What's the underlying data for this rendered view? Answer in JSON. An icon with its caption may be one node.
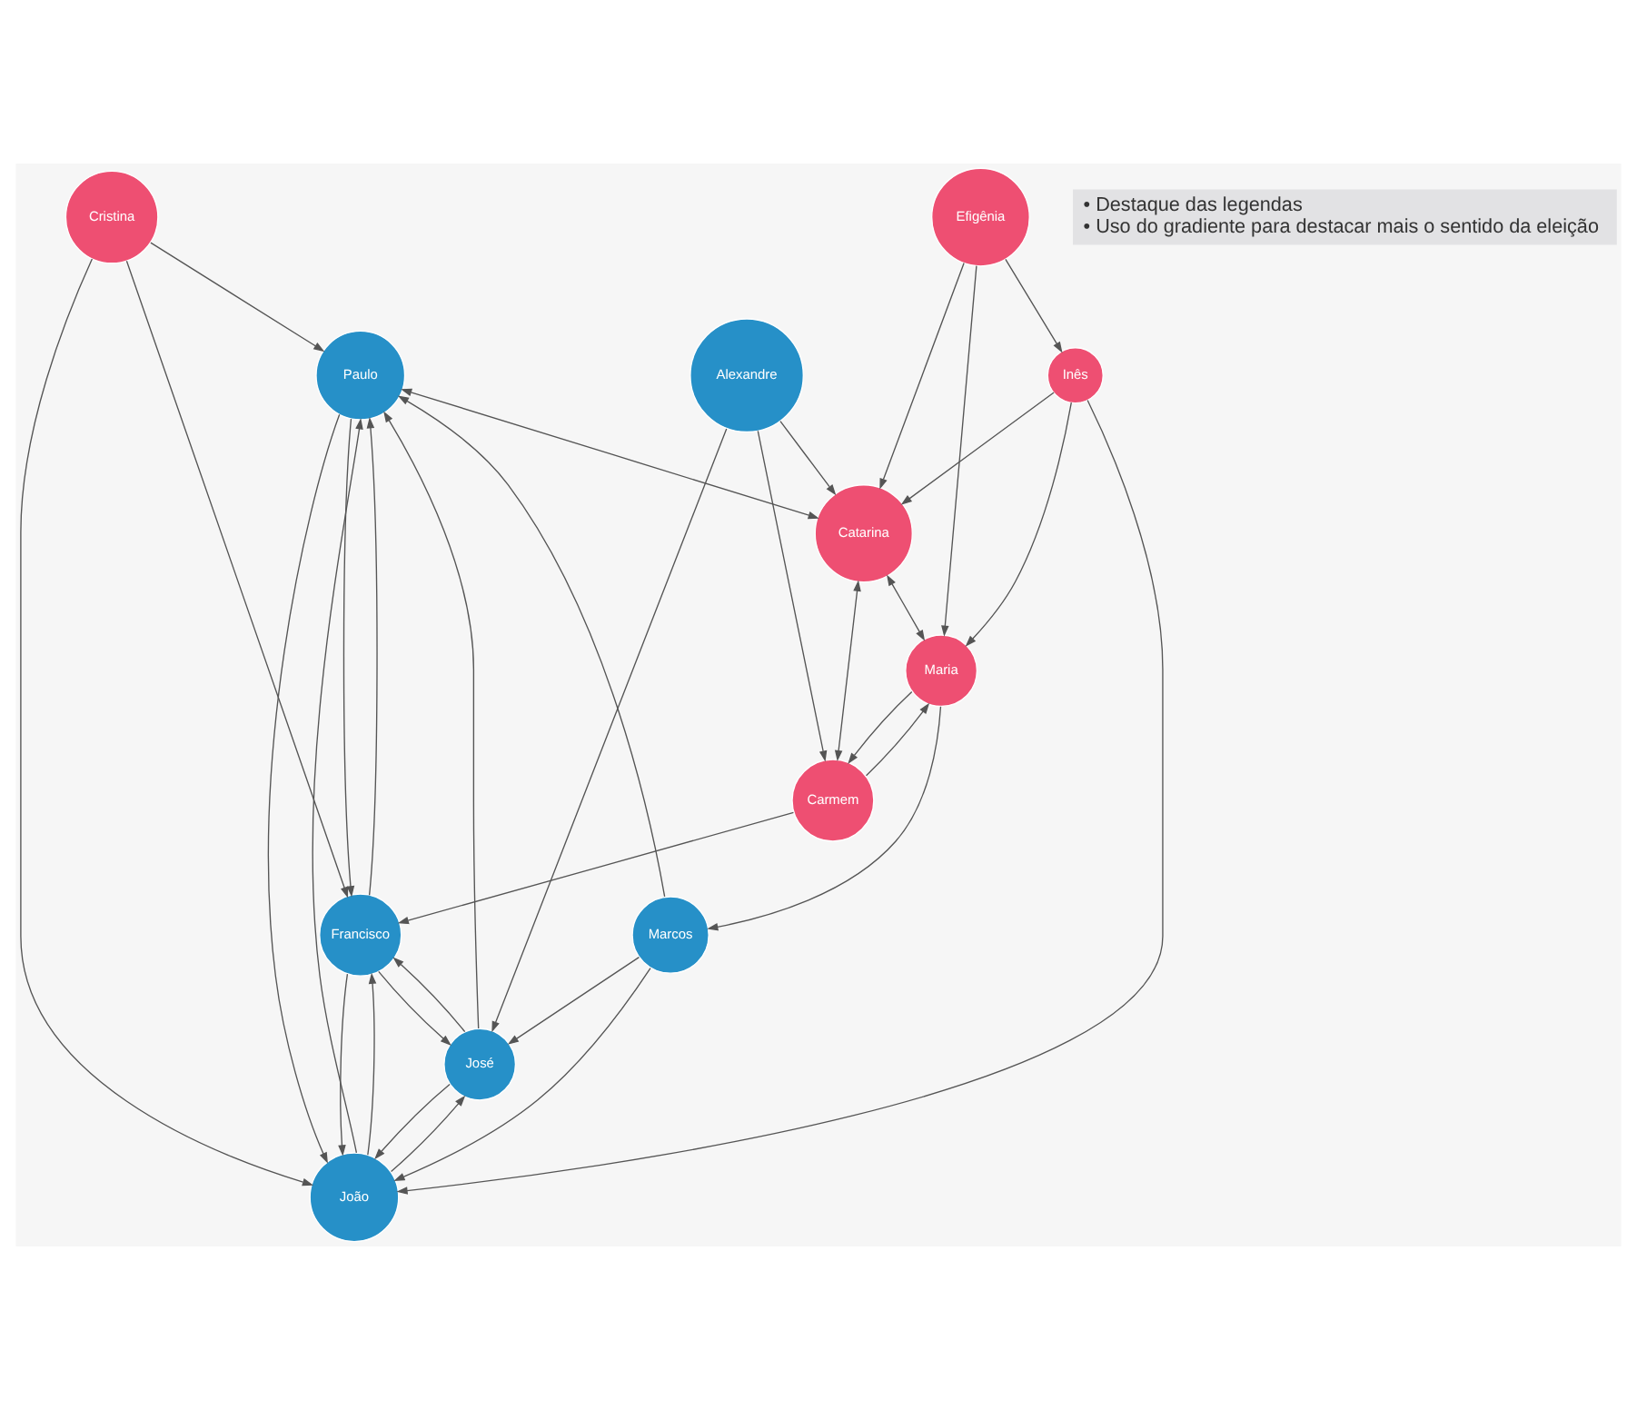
{
  "diagram": {
    "nodes": [
      {
        "text": [
          "Cristina"
        ]
      },
      {
        "text": [
          "Paulo"
        ]
      },
      {
        "text": [
          "Francisco"
        ]
      },
      {
        "text": [
          "João"
        ]
      },
      {
        "text": [
          "Marcos"
        ]
      },
      {
        "text": [
          "José"
        ]
      },
      {
        "text": [
          "Catarina"
        ]
      },
      {
        "text": [
          "Inês"
        ]
      },
      {
        "text": [
          "Efigênia"
        ]
      },
      {
        "text": [
          "Maria"
        ]
      },
      {
        "text": [
          "Alexandre"
        ]
      },
      {
        "text": [
          "Carmem"
        ]
      }
    ],
    "edges": [
      {
        "from": 0,
        "to": 2,
        "arrow": "to"
      },
      {
        "from": 0,
        "to": 1,
        "arrow": "to"
      },
      {
        "from": 0,
        "to": 3,
        "arrow": "to"
      },
      {
        "from": 2,
        "to": 1,
        "arrow": "to"
      },
      {
        "from": 1,
        "to": 2,
        "arrow": "to"
      },
      {
        "from": 2,
        "to": 3,
        "arrow": "to"
      },
      {
        "from": 3,
        "to": 2,
        "arrow": "to"
      },
      {
        "from": 11,
        "to": 2,
        "arrow": "to"
      },
      {
        "from": 2,
        "to": 5,
        "arrow": "to"
      },
      {
        "from": 5,
        "to": 2,
        "arrow": "to"
      },
      {
        "from": 5,
        "to": 1,
        "arrow": "to"
      },
      {
        "from": 5,
        "to": 3,
        "arrow": "to"
      },
      {
        "from": 3,
        "to": 5,
        "arrow": "to"
      },
      {
        "from": 1,
        "to": 3,
        "arrow": "to"
      },
      {
        "from": 3,
        "to": 1,
        "arrow": "to"
      },
      {
        "from": 4,
        "to": 3,
        "arrow": "to"
      },
      {
        "from": 4,
        "to": 1,
        "arrow": "to"
      },
      {
        "from": 4,
        "to": 5,
        "arrow": "to"
      },
      {
        "from": 7,
        "to": 3,
        "arrow": "to"
      },
      {
        "from": 9,
        "to": 4,
        "arrow": "to"
      },
      {
        "from": 10,
        "to": 5,
        "arrow": "to"
      },
      {
        "from": 1,
        "to": 6,
        "arrow": "both"
      },
      {
        "from": 7,
        "to": 6,
        "arrow": "to"
      },
      {
        "from": 8,
        "to": 6,
        "arrow": "to"
      },
      {
        "from": 8,
        "to": 7,
        "arrow": "to"
      },
      {
        "from": 8,
        "to": 9,
        "arrow": "to"
      },
      {
        "from": 7,
        "to": 9,
        "arrow": "to"
      },
      {
        "from": 6,
        "to": 9,
        "arrow": "both"
      },
      {
        "from": 6,
        "to": 11,
        "arrow": "both"
      },
      {
        "from": 10,
        "to": 6,
        "arrow": "to"
      },
      {
        "from": 10,
        "to": 11,
        "arrow": "to"
      },
      {
        "from": 11,
        "to": 9,
        "arrow": "to"
      },
      {
        "from": 9,
        "to": 11,
        "arrow": "to"
      }
    ],
    "labels": [
      "• Destaque das legendas",
      "• Uso do gradiente para destacar mais o sentido da eleição"
    ]
  }
}
